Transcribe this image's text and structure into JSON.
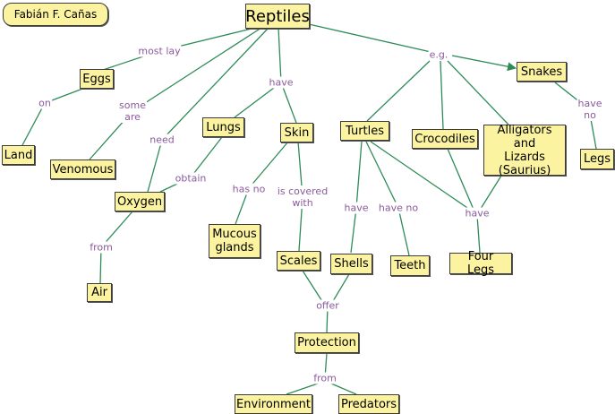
{
  "author": "Fabián F. Cañas",
  "colors": {
    "node_fill": "#fbf3a0",
    "link_stroke": "#2e8b57",
    "label_text": "#8a5a9c"
  },
  "nodes": {
    "reptiles": "Reptiles",
    "eggs": "Eggs",
    "land": "Land",
    "venomous": "Venomous",
    "lungs": "Lungs",
    "oxygen": "Oxygen",
    "air": "Air",
    "skin": "Skin",
    "mucous_glands": "Mucous\nglands",
    "scales": "Scales",
    "turtles": "Turtles",
    "shells": "Shells",
    "teeth": "Teeth",
    "crocodiles": "Crocodiles",
    "alligators_lizards": "Alligators and\nLizards\n(Saurius)",
    "four_legs": "Four Legs",
    "snakes": "Snakes",
    "legs": "Legs",
    "protection": "Protection",
    "environment": "Environment",
    "predators": "Predators"
  },
  "labels": {
    "most_lay": "most lay",
    "on": "on",
    "some_are": "some\nare",
    "need": "need",
    "obtain": "obtain",
    "from_air": "from",
    "have_skin": "have",
    "has_no": "has no",
    "is_covered_with": "is covered\nwith",
    "eg": "e.g.",
    "have_shells": "have",
    "have_no_teeth": "have no",
    "have_four_legs": "have",
    "have_no_legs": "have no",
    "offer": "offer",
    "from_protection": "from"
  }
}
